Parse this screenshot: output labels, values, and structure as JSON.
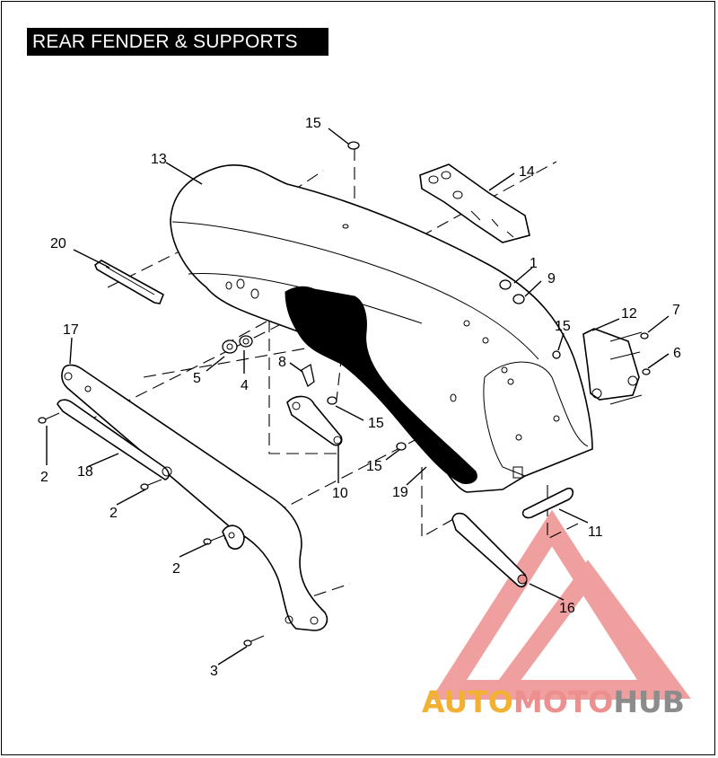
{
  "title": "REAR FENDER & SUPPORTS",
  "callouts": [
    "1",
    "2",
    "2",
    "2",
    "3",
    "4",
    "5",
    "6",
    "7",
    "8",
    "9",
    "10",
    "11",
    "12",
    "13",
    "14",
    "15",
    "15",
    "15",
    "15",
    "16",
    "17",
    "18",
    "19",
    "20"
  ],
  "watermark": {
    "part1": "AUTO",
    "part2": "MOTO",
    "part3": "HUB",
    "colors": {
      "orange": "#f2b133",
      "red": "#ee8f8f",
      "gray": "#8c8c8c"
    }
  }
}
